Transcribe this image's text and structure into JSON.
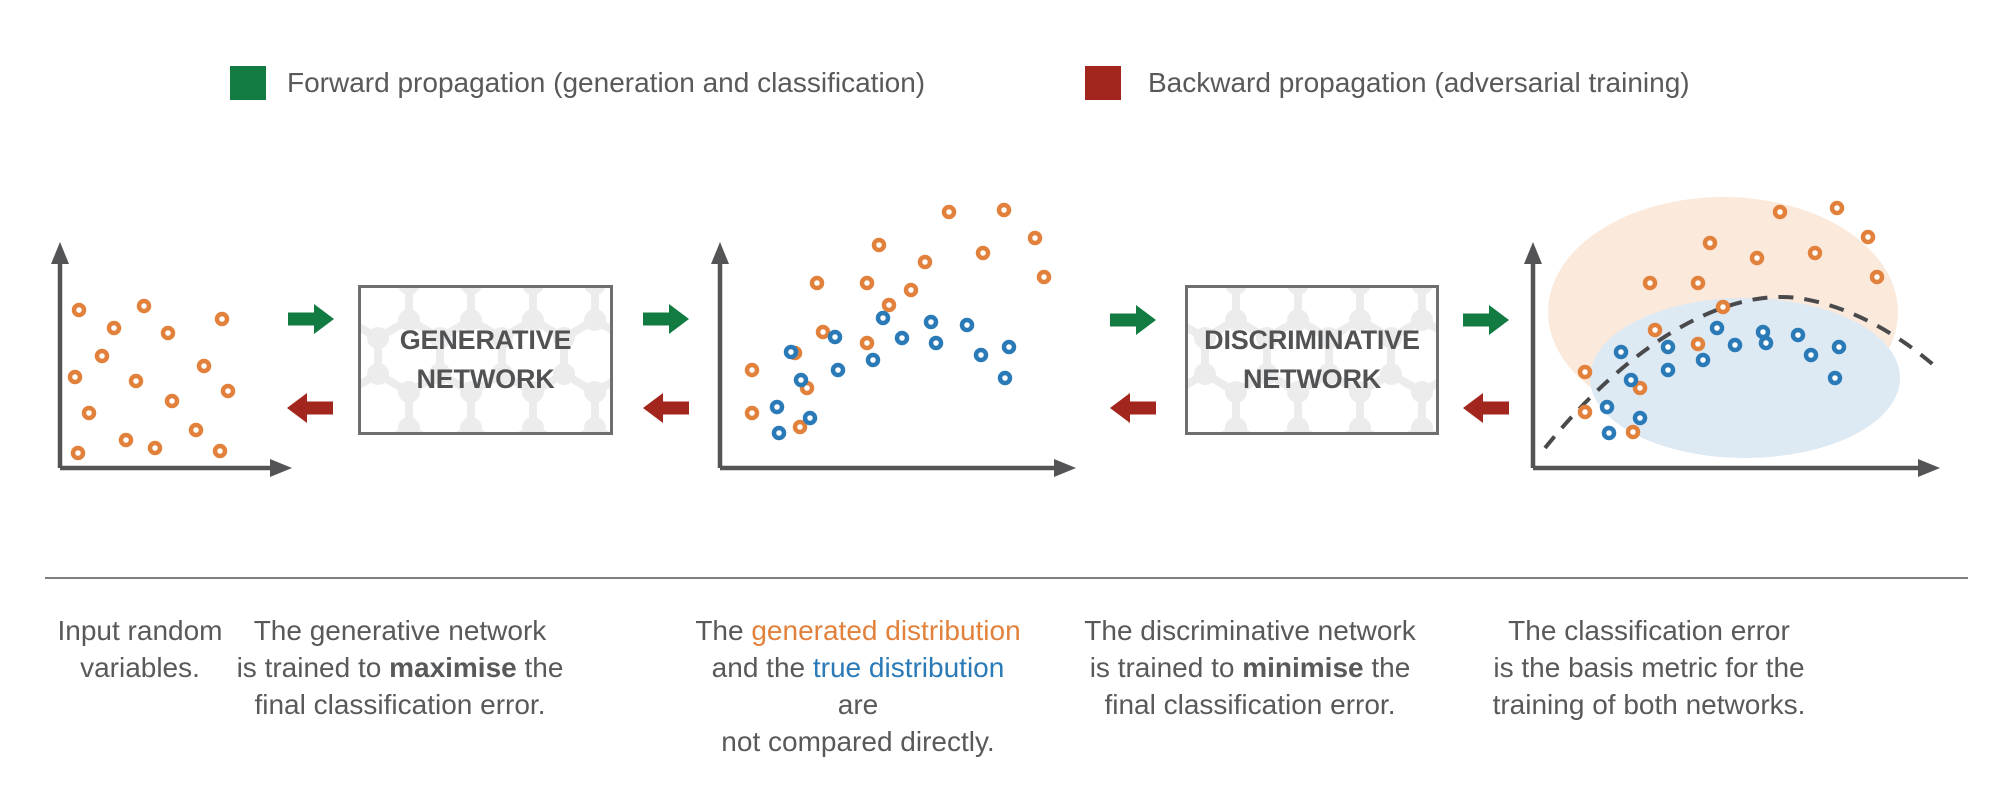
{
  "colors": {
    "green": "#117b42",
    "red": "#a3261e",
    "orange": "#e2813b",
    "blue": "#2b7ab8",
    "text_gray": "#58595b",
    "axis_gray": "#545456",
    "pattern_gray": "#ececed",
    "box_border": "#6d6e70",
    "box_label_gray": "#515254",
    "peach_fill": "#fbe9dc",
    "lightblue_fill": "#dde9f3",
    "dashed_curve": "#4a4a4c",
    "divider": "#7f7f7f"
  },
  "legend": {
    "forward": {
      "label": "Forward propagation (generation and classification)"
    },
    "backward": {
      "label": "Backward propagation (adversarial training)"
    }
  },
  "boxes": {
    "generative": {
      "line1": "GENERATIVE",
      "line2": "NETWORK"
    },
    "discriminative": {
      "line1": "DISCRIMINATIVE",
      "line2": "NETWORK"
    }
  },
  "captions": [
    {
      "lines": [
        [
          {
            "t": "Input random"
          }
        ],
        [
          {
            "t": "variables."
          }
        ]
      ]
    },
    {
      "lines": [
        [
          {
            "t": "The generative network"
          }
        ],
        [
          {
            "t": "is trained to "
          },
          {
            "t": "maximise",
            "b": true
          },
          {
            "t": " the"
          }
        ],
        [
          {
            "t": "final classification error."
          }
        ]
      ]
    },
    {
      "lines": [
        [
          {
            "t": "The "
          },
          {
            "t": "generated distribution",
            "c": "orange"
          }
        ],
        [
          {
            "t": "and the "
          },
          {
            "t": "true distribution",
            "c": "blue"
          },
          {
            "t": " are"
          }
        ],
        [
          {
            "t": "not compared directly."
          }
        ]
      ]
    },
    {
      "lines": [
        [
          {
            "t": "The discriminative network"
          }
        ],
        [
          {
            "t": "is trained to "
          },
          {
            "t": "minimise",
            "b": true
          },
          {
            "t": " the"
          }
        ],
        [
          {
            "t": "final classification error."
          }
        ]
      ]
    },
    {
      "lines": [
        [
          {
            "t": "The classification error"
          }
        ],
        [
          {
            "t": "is the basis metric for the"
          }
        ],
        [
          {
            "t": "training of both networks."
          }
        ]
      ]
    }
  ],
  "plots": {
    "input": {
      "orange": [
        [
          49,
          80
        ],
        [
          114,
          76
        ],
        [
          192,
          89
        ],
        [
          84,
          98
        ],
        [
          138,
          103
        ],
        [
          72,
          126
        ],
        [
          45,
          147
        ],
        [
          106,
          151
        ],
        [
          174,
          136
        ],
        [
          198,
          161
        ],
        [
          142,
          171
        ],
        [
          59,
          183
        ],
        [
          166,
          200
        ],
        [
          96,
          210
        ],
        [
          125,
          218
        ],
        [
          190,
          221
        ],
        [
          48,
          223
        ]
      ]
    },
    "generated_vs_true": {
      "orange": [
        [
          249,
          22
        ],
        [
          304,
          20
        ],
        [
          179,
          55
        ],
        [
          335,
          48
        ],
        [
          283,
          63
        ],
        [
          225,
          72
        ],
        [
          344,
          87
        ],
        [
          117,
          93
        ],
        [
          167,
          93
        ],
        [
          211,
          100
        ],
        [
          189,
          115
        ],
        [
          123,
          142
        ],
        [
          95,
          163
        ],
        [
          167,
          153
        ],
        [
          52,
          180
        ],
        [
          107,
          198
        ],
        [
          52,
          223
        ],
        [
          100,
          237
        ]
      ],
      "blue": [
        [
          183,
          128
        ],
        [
          231,
          132
        ],
        [
          267,
          135
        ],
        [
          135,
          147
        ],
        [
          202,
          148
        ],
        [
          236,
          153
        ],
        [
          281,
          165
        ],
        [
          309,
          157
        ],
        [
          173,
          170
        ],
        [
          138,
          180
        ],
        [
          91,
          162
        ],
        [
          101,
          190
        ],
        [
          305,
          188
        ],
        [
          77,
          217
        ],
        [
          110,
          228
        ],
        [
          79,
          243
        ]
      ]
    },
    "classified": {
      "orange": [
        [
          280,
          62
        ],
        [
          337,
          58
        ],
        [
          368,
          87
        ],
        [
          210,
          93
        ],
        [
          315,
          103
        ],
        [
          257,
          108
        ],
        [
          377,
          127
        ],
        [
          150,
          133
        ],
        [
          198,
          133
        ],
        [
          223,
          157
        ],
        [
          155,
          180
        ],
        [
          198,
          194
        ],
        [
          85,
          222
        ],
        [
          140,
          238
        ],
        [
          85,
          262
        ],
        [
          133,
          282
        ]
      ],
      "blue": [
        [
          217,
          178
        ],
        [
          263,
          182
        ],
        [
          298,
          185
        ],
        [
          168,
          197
        ],
        [
          235,
          195
        ],
        [
          266,
          193
        ],
        [
          339,
          197
        ],
        [
          311,
          205
        ],
        [
          203,
          210
        ],
        [
          168,
          220
        ],
        [
          121,
          202
        ],
        [
          131,
          230
        ],
        [
          335,
          228
        ],
        [
          107,
          257
        ],
        [
          140,
          268
        ],
        [
          109,
          283
        ]
      ]
    }
  }
}
